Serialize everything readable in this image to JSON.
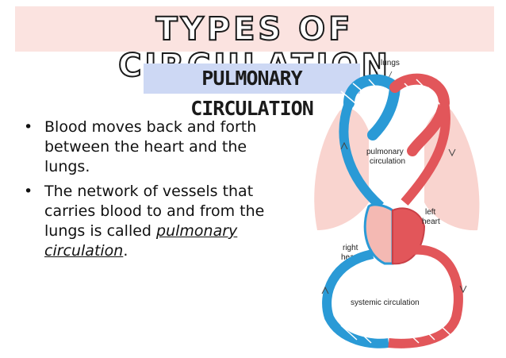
{
  "slide": {
    "title": "TYPES OF CIRCULATION",
    "subtitle": "PULMONARY CIRCULATION",
    "bullets": [
      {
        "bullet": "•",
        "text": "Blood moves back and forth between the heart and the lungs."
      },
      {
        "bullet": "•",
        "text_before": "The network of vessels that carries blood to and from the lungs is called ",
        "term": "pulmonary circulation",
        "text_after": "."
      }
    ]
  },
  "diagram": {
    "labels": {
      "lungs": "lungs",
      "pulmonary_1": "pulmonary",
      "pulmonary_2": "circulation",
      "left_1": "left",
      "left_2": "heart",
      "right_1": "right",
      "right_2": "heart",
      "systemic": "systemic circulation"
    }
  },
  "colors": {
    "title_band": "#fbe3e0",
    "subtitle_band": "#cdd8f4",
    "lungs": "#f9d4cf",
    "oxygenated": "#e2565a",
    "deoxygenated": "#2a9ad6"
  }
}
